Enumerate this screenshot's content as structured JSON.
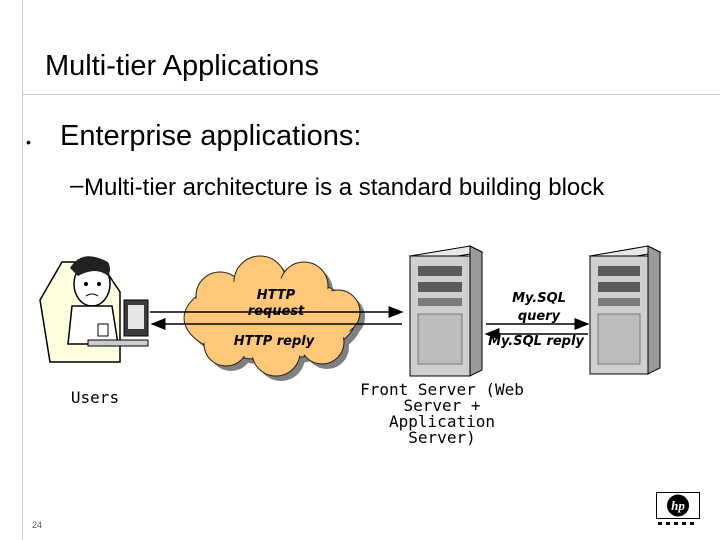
{
  "slide": {
    "title": "Multi-tier Applications",
    "bullet_1": "Enterprise applications:",
    "sub_bullet_1": "Multi-tier architecture is a standard building block",
    "page_number": "24"
  },
  "diagram": {
    "users_label": "Users",
    "http_request_label": "HTTP request",
    "http_reply_label": "HTTP reply",
    "mysql_query_label": "My.SQL query",
    "mysql_reply_label": "My.SQL reply",
    "front_server_label": "Front Server (Web Server + Application Server)"
  },
  "icons": {
    "user": "user-at-computer-icon",
    "cloud": "cloud-icon",
    "front_server": "server-tower-icon",
    "db_server": "server-tower-icon",
    "logo": "hp-logo"
  },
  "colors": {
    "cloud_fill": "#ffc878",
    "cloud_shadow": "#808080",
    "arrow": "#000000"
  }
}
